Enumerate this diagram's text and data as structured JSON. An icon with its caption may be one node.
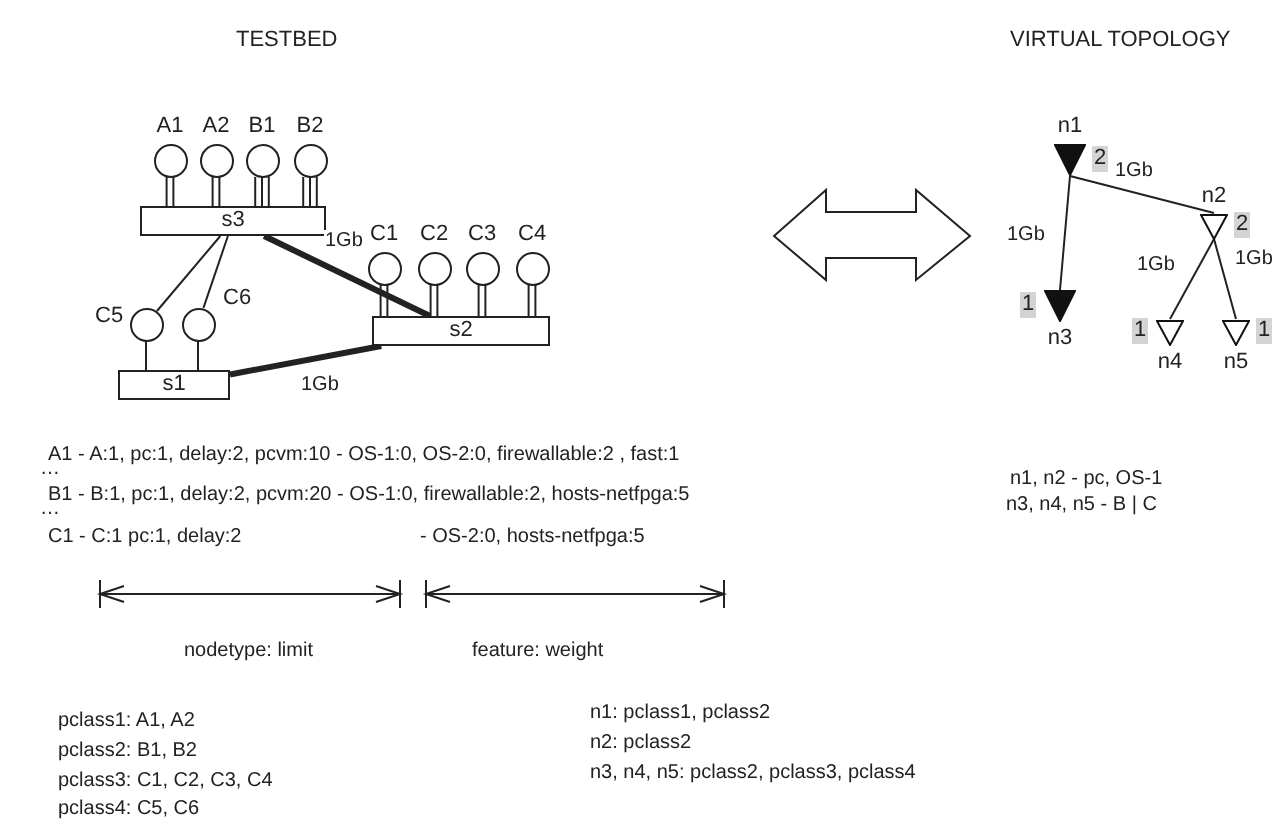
{
  "diagram": {
    "nodes": [
      {
        "text": [
          "s3"
        ]
      },
      {
        "text": [
          "s2"
        ]
      },
      {
        "text": [
          "s1"
        ]
      },
      {
        "text": [
          "A1"
        ]
      },
      {
        "text": [
          "A2"
        ]
      },
      {
        "text": [
          "B1"
        ]
      },
      {
        "text": [
          "B2"
        ]
      },
      {
        "text": [
          "C1"
        ]
      },
      {
        "text": [
          "C2"
        ]
      },
      {
        "text": [
          "C3"
        ]
      },
      {
        "text": [
          "C4"
        ]
      },
      {
        "text": [
          "C5"
        ]
      },
      {
        "text": [
          "C6"
        ]
      },
      {
        "text": [
          "n1"
        ],
        "beside": [
          "2"
        ]
      },
      {
        "text": [
          "n2"
        ],
        "beside": [
          "2"
        ]
      },
      {
        "text": [
          "n3"
        ],
        "beside": [
          "1"
        ]
      },
      {
        "text": [
          "n4"
        ],
        "beside": [
          "1"
        ]
      },
      {
        "text": [
          "n5"
        ],
        "beside": [
          "1"
        ]
      }
    ],
    "edges": [
      {
        "from": 3,
        "to": 0,
        "arrow": "none"
      },
      {
        "from": 3,
        "to": 0,
        "arrow": "none"
      },
      {
        "from": 4,
        "to": 0,
        "arrow": "none"
      },
      {
        "from": 4,
        "to": 0,
        "arrow": "none"
      },
      {
        "from": 5,
        "to": 0,
        "arrow": "none"
      },
      {
        "from": 5,
        "to": 0,
        "arrow": "none"
      },
      {
        "from": 5,
        "to": 0,
        "arrow": "none"
      },
      {
        "from": 6,
        "to": 0,
        "arrow": "none"
      },
      {
        "from": 6,
        "to": 0,
        "arrow": "none"
      },
      {
        "from": 6,
        "to": 0,
        "arrow": "none"
      },
      {
        "from": 7,
        "to": 1,
        "arrow": "none"
      },
      {
        "from": 7,
        "to": 1,
        "arrow": "none"
      },
      {
        "from": 8,
        "to": 1,
        "arrow": "none"
      },
      {
        "from": 8,
        "to": 1,
        "arrow": "none"
      },
      {
        "from": 9,
        "to": 1,
        "arrow": "none"
      },
      {
        "from": 9,
        "to": 1,
        "arrow": "none"
      },
      {
        "from": 10,
        "to": 1,
        "arrow": "none"
      },
      {
        "from": 10,
        "to": 1,
        "arrow": "none"
      },
      {
        "from": 11,
        "to": 2,
        "arrow": "none"
      },
      {
        "from": 12,
        "to": 2,
        "arrow": "none"
      },
      {
        "from": 11,
        "to": 0,
        "arrow": "none"
      },
      {
        "from": 12,
        "to": 0,
        "arrow": "none"
      },
      {
        "from": 0,
        "to": 1,
        "arrow": "none",
        "label": "1Gb",
        "style": "thick"
      },
      {
        "from": 2,
        "to": 1,
        "arrow": "none",
        "label": "1Gb",
        "style": "thick"
      },
      {
        "from": 13,
        "to": 14,
        "arrow": "none",
        "label": "1Gb"
      },
      {
        "from": 13,
        "to": 15,
        "arrow": "none",
        "label": "1Gb"
      },
      {
        "from": 14,
        "to": 16,
        "arrow": "none",
        "label": "1Gb"
      },
      {
        "from": 14,
        "to": 17,
        "arrow": "none",
        "label": "1Gb"
      }
    ],
    "labels": [
      "TESTBED",
      "VIRTUAL TOPOLOGY",
      "A1 - A:1, pc:1, delay:2, pcvm:10 - OS-1:0, OS-2:0, firewallable:2 , fast:1",
      "…",
      "B1 - B:1, pc:1, delay:2, pcvm:20 - OS-1:0, firewallable:2, hosts-netfpga:5",
      "…",
      "C1 - C:1 pc:1, delay:2",
      "- OS-2:0, hosts-netfpga:5",
      "n1, n2 - pc, OS-1",
      "n3, n4, n5 - B | C",
      "nodetype: limit",
      "feature: weight",
      "pclass1: A1, A2",
      "pclass2: B1, B2",
      "pclass3: C1, C2, C3, C4",
      "pclass4: C5, C6",
      "n1: pclass1, pclass2",
      "n2: pclass2",
      "n3, n4, n5: pclass2, pclass3, pclass4"
    ]
  }
}
